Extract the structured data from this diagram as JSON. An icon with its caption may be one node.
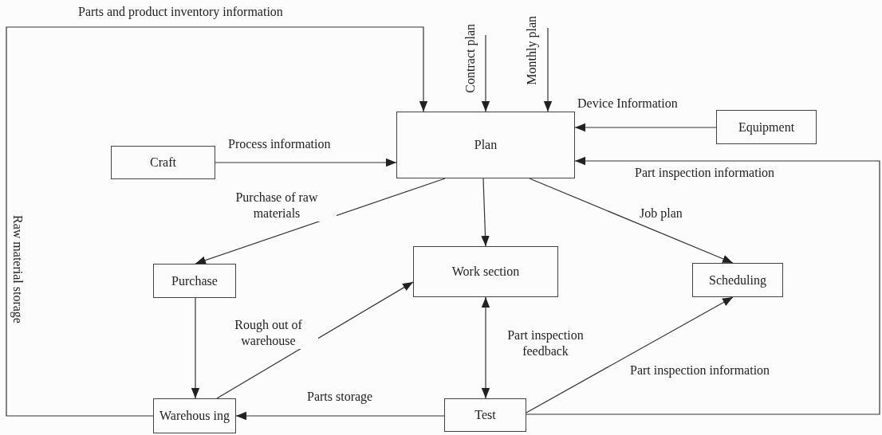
{
  "diagram": {
    "nodes": [
      {
        "text": [
          "Plan"
        ]
      },
      {
        "text": [
          "Craft"
        ]
      },
      {
        "text": [
          "Equipment"
        ]
      },
      {
        "text": [
          "Purchase"
        ]
      },
      {
        "text": [
          "Work section"
        ]
      },
      {
        "text": [
          "Scheduling"
        ]
      },
      {
        "text": [
          "Warehous ing"
        ]
      },
      {
        "text": [
          "Test"
        ]
      }
    ],
    "edges": [
      {
        "from": 6,
        "to": 0,
        "arrow": "to",
        "label": "Parts and product inventory information"
      },
      {
        "from": null,
        "to": 0,
        "arrow": "to",
        "label": "Contract plan"
      },
      {
        "from": null,
        "to": 0,
        "arrow": "to",
        "label": "Monthly plan"
      },
      {
        "from": 2,
        "to": 0,
        "arrow": "to",
        "label": "Device Information"
      },
      {
        "from": 1,
        "to": 0,
        "arrow": "to",
        "label": "Process information"
      },
      {
        "from": 7,
        "to": 0,
        "arrow": "to",
        "label": "Part inspection information"
      },
      {
        "from": 0,
        "to": 3,
        "arrow": "to",
        "label": "Purchase of raw materials"
      },
      {
        "from": 0,
        "to": 4,
        "arrow": "to"
      },
      {
        "from": 0,
        "to": 5,
        "arrow": "to",
        "label": "Job plan"
      },
      {
        "from": 3,
        "to": 6,
        "arrow": "to"
      },
      {
        "from": 6,
        "to": 4,
        "arrow": "to",
        "label": "Rough out of warehouse"
      },
      {
        "from": 4,
        "to": 7,
        "arrow": "both",
        "label": "Part inspection feedback"
      },
      {
        "from": 7,
        "to": 5,
        "arrow": "to",
        "label": "Part inspection information"
      },
      {
        "from": 7,
        "to": 6,
        "arrow": "to",
        "label": "Parts storage"
      }
    ],
    "labels": [
      "Raw material storage"
    ]
  }
}
